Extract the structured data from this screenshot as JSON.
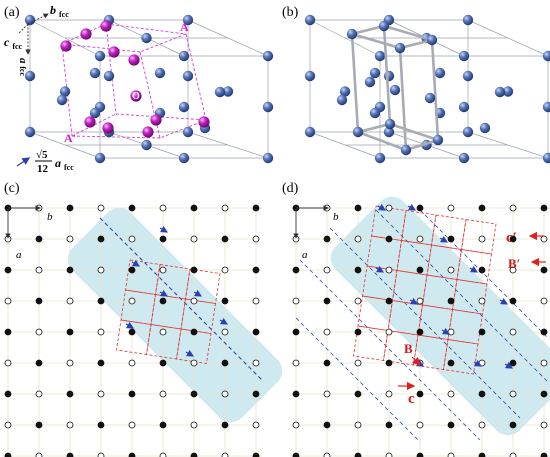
{
  "panels": {
    "a": {
      "tag": "(a)",
      "axis_b": "b",
      "axis_b_sub": "fcc",
      "axis_c": "c",
      "axis_c_sub": "fcc",
      "axis_a": "a",
      "axis_a_sub": "fcc",
      "label_A_top": "A",
      "label_A_bottom": "A'",
      "label_O": "O",
      "vector_coeff_num": "√5",
      "vector_coeff_den": "12",
      "vector_a": "a",
      "vector_a_sub": "fcc"
    },
    "b": {
      "tag": "(b)"
    },
    "c": {
      "tag": "(c)",
      "axis_b": "b",
      "axis_a": "a"
    },
    "d": {
      "tag": "(d)",
      "axis_b": "b",
      "axis_a": "a",
      "label_c_prime": "c′",
      "label_B_prime": "B′",
      "label_B": "B",
      "label_c": "c"
    }
  },
  "colors": {
    "atom_blue": "#3d5fa6",
    "atom_magenta": "#c020c0",
    "cell_lines": "#9aa0ac",
    "dashed_magenta": "#d040d0",
    "grid": "#e4e4c8",
    "highlight": "#cfe9f0",
    "dashed_blue": "#2b4aa8",
    "dashed_red": "#e03030",
    "arrow_red": "#e02020"
  }
}
